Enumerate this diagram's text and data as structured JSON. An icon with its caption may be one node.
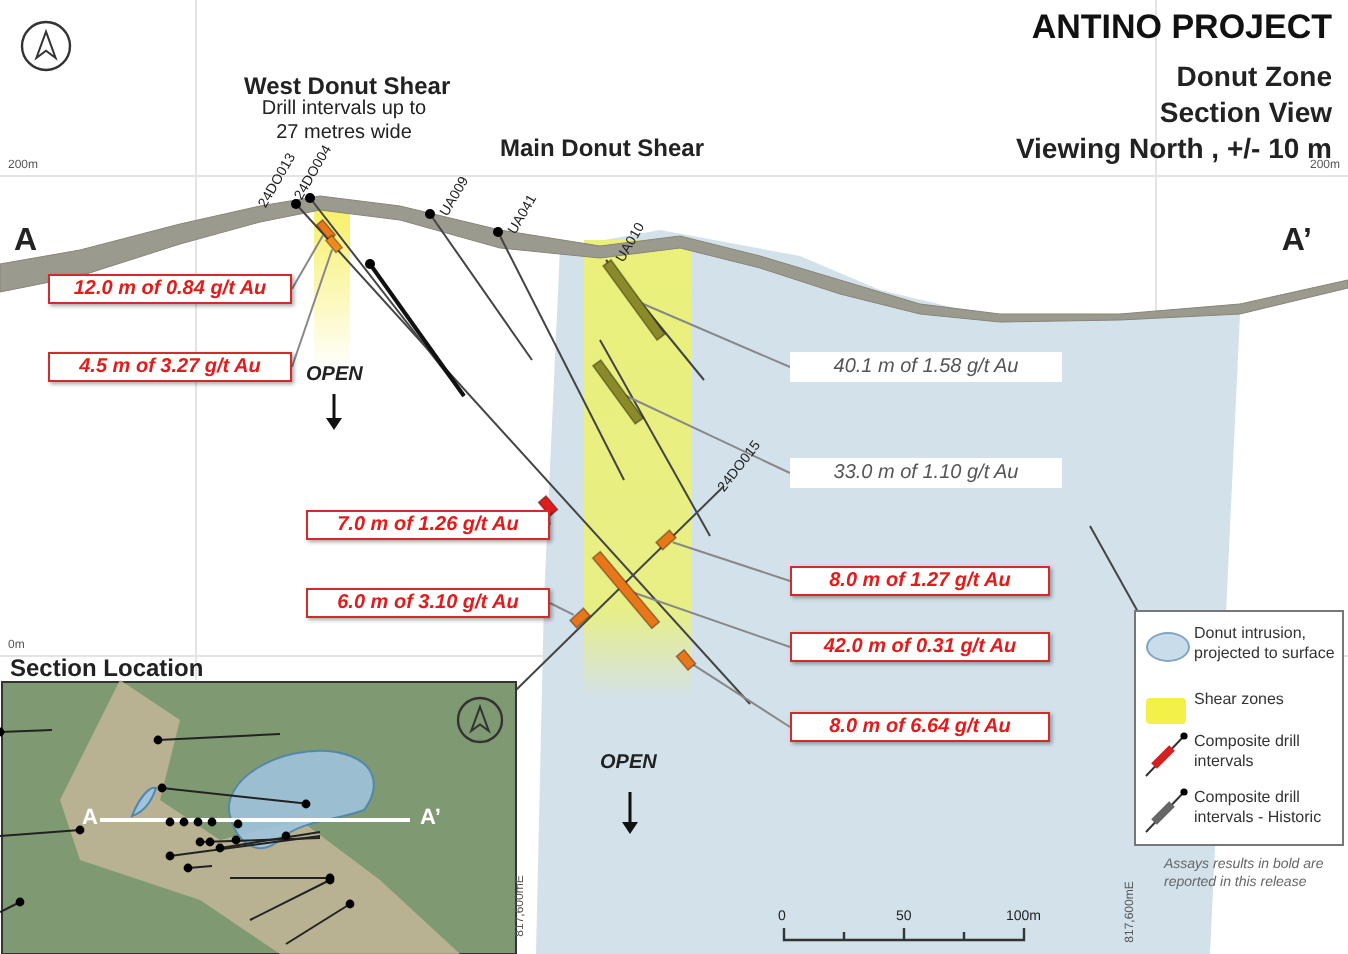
{
  "diagram": {
    "title": "ANTINO PROJECT",
    "nodes": [
      {
        "text": [
          "12.0 m of 0.84 g/t Au"
        ]
      },
      {
        "text": [
          "4.5 m of 3.27 g/t Au"
        ]
      },
      {
        "text": [
          "40.1 m of 1.58 g/t Au"
        ]
      },
      {
        "text": [
          "33.0 m of 1.10 g/t Au"
        ]
      },
      {
        "text": [
          "7.0 m of 1.26 g/t Au"
        ]
      },
      {
        "text": [
          "6.0 m of 3.10 g/t Au"
        ]
      },
      {
        "text": [
          "8.0 m of 1.27 g/t Au"
        ]
      },
      {
        "text": [
          "42.0 m of 0.31 g/t Au"
        ]
      },
      {
        "text": [
          "8.0 m of 6.64 g/t Au"
        ]
      },
      {
        "text": [],
        "shape": "bar"
      },
      {
        "text": [],
        "shape": "bar"
      },
      {
        "text": [],
        "shape": "bar"
      },
      {
        "text": [],
        "shape": "bar"
      },
      {
        "text": [],
        "shape": "bar"
      },
      {
        "text": [],
        "shape": "bar"
      },
      {
        "text": [],
        "shape": "bar"
      },
      {
        "text": [],
        "shape": "bar"
      },
      {
        "text": [],
        "shape": "bar"
      }
    ],
    "edges": [
      {
        "from": 0,
        "to": 9,
        "arrow": "none"
      },
      {
        "from": 1,
        "to": 10,
        "arrow": "none"
      },
      {
        "from": 2,
        "to": 11,
        "arrow": "none"
      },
      {
        "from": 3,
        "to": 12,
        "arrow": "none"
      },
      {
        "from": 4,
        "to": 13,
        "arrow": "none"
      },
      {
        "from": 5,
        "to": 14,
        "arrow": "none"
      },
      {
        "from": 6,
        "to": 15,
        "arrow": "none"
      },
      {
        "from": 7,
        "to": 16,
        "arrow": "none"
      },
      {
        "from": 8,
        "to": 17,
        "arrow": "none"
      }
    ],
    "labels": [
      "Donut Zone",
      "Section View",
      "Viewing North , +/- 10 m",
      "West Donut Shear",
      "Drill intervals up to 27 metres wide",
      "Main Donut Shear",
      "200m",
      "200m",
      "A",
      "A’",
      "24DO013",
      "24DO004",
      "UA009",
      "UA041",
      "UA010",
      "24DO015",
      "OPEN",
      "OPEN",
      "0m",
      "Section Location",
      "A",
      "A’",
      "817,600mE",
      "817,600mE",
      "0",
      "50",
      "100m",
      "Assays results in bold are reported in this release"
    ],
    "legend": [
      {
        "text": "Donut intrusion, projected to surface",
        "color": "#c9dcea"
      },
      {
        "text": "Shear zones",
        "color": "#f3f04a"
      },
      {
        "text": "Composite drill intervals"
      },
      {
        "text": "Composite drill intervals - Historic"
      }
    ]
  }
}
